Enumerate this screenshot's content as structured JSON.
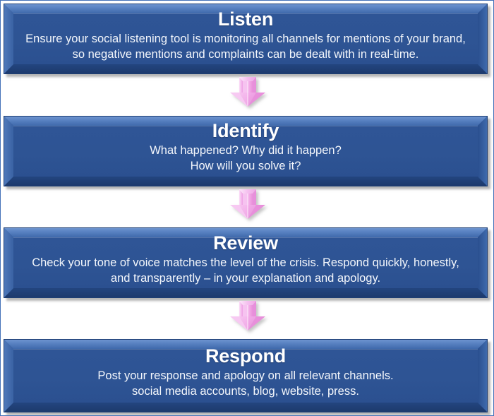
{
  "diagram": {
    "type": "flowchart",
    "orientation": "vertical-top-to-bottom",
    "colors": {
      "box_fill": "#2E5494",
      "box_bevel_light": "#5B84C4",
      "box_bevel_dark": "#1D3A6D",
      "box_border": "#1F3F74",
      "title_text": "#FFFFFF",
      "body_text": "#F4F7FC",
      "arrow_fill": "#F4A9E8",
      "arrow_light": "#FBDAF6",
      "arrow_dark": "#E07FD4",
      "page_border": "#4472B8",
      "page_background": "#FFFFFF"
    },
    "steps": [
      {
        "id": "listen",
        "title": "Listen",
        "description": "Ensure your social listening tool is monitoring all channels for mentions of your brand, so negative mentions and complaints can be dealt with in real-time."
      },
      {
        "id": "identify",
        "title": "Identify",
        "description": "What happened? Why did it happen?\nHow will you solve it?"
      },
      {
        "id": "review",
        "title": "Review",
        "description": "Check your tone of voice matches the level of the crisis. Respond quickly, honestly, and transparently – in your explanation and apology."
      },
      {
        "id": "respond",
        "title": "Respond",
        "description": "Post your response and apology on all relevant channels.\nsocial media accounts, blog, website, press."
      }
    ],
    "connectors": [
      {
        "id": "arrow-1",
        "icon": "arrow-down-icon",
        "from": "listen",
        "to": "identify"
      },
      {
        "id": "arrow-2",
        "icon": "arrow-down-icon",
        "from": "identify",
        "to": "review"
      },
      {
        "id": "arrow-3",
        "icon": "arrow-down-icon",
        "from": "review",
        "to": "respond"
      }
    ]
  }
}
